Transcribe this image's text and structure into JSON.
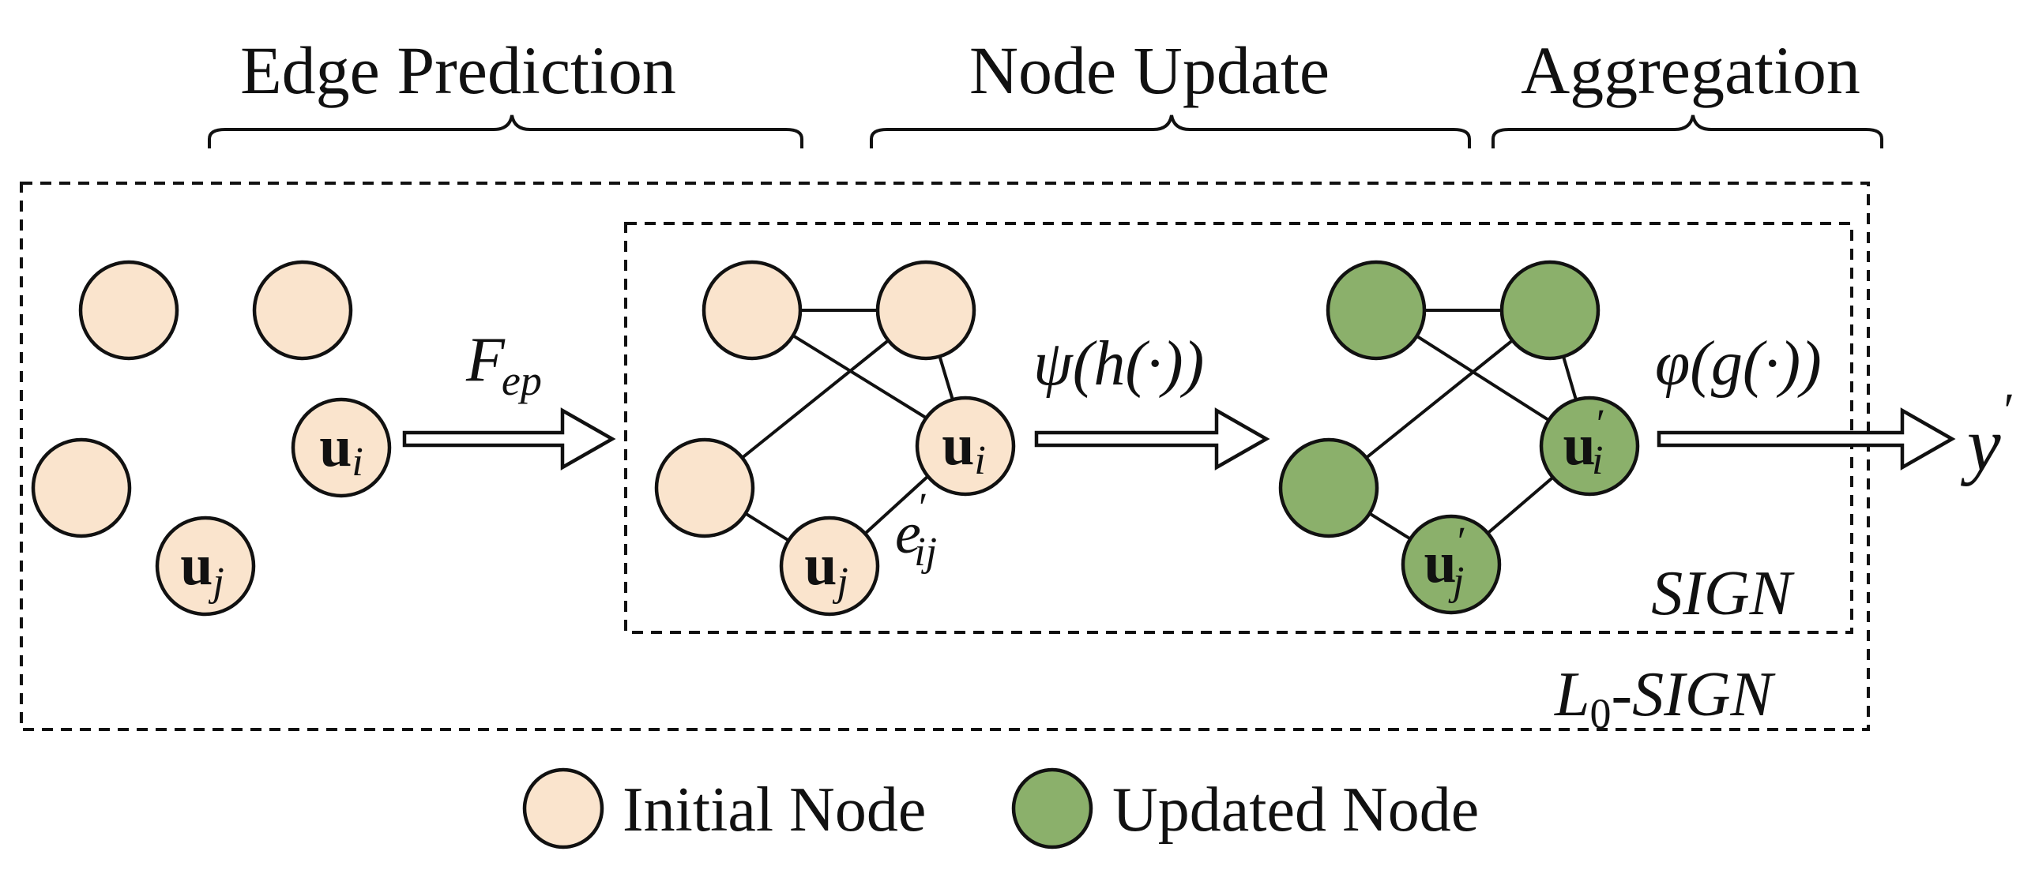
{
  "colors": {
    "initial_node": "#FAE4CD",
    "updated_node": "#8BB06B",
    "stroke": "#111111"
  },
  "stages": {
    "edge_prediction": "Edge Prediction",
    "node_update": "Node Update",
    "aggregation": "Aggregation"
  },
  "operators": {
    "f_main": "F",
    "f_sub": "ep",
    "psi": "ψ(h(·))",
    "phi": "φ(g(·))"
  },
  "nodes": {
    "u": "u",
    "i": "i",
    "j": "j",
    "prime": "′"
  },
  "edge_label": {
    "e": "e",
    "sub": "ij",
    "prime": "′"
  },
  "output": {
    "y": "y",
    "prime": "′"
  },
  "boxes": {
    "sign": "SIGN",
    "l0_main": "L",
    "l0_sub": "0",
    "l0_rest": "-SIGN"
  },
  "legend": {
    "initial": "Initial Node",
    "updated": "Updated Node"
  }
}
